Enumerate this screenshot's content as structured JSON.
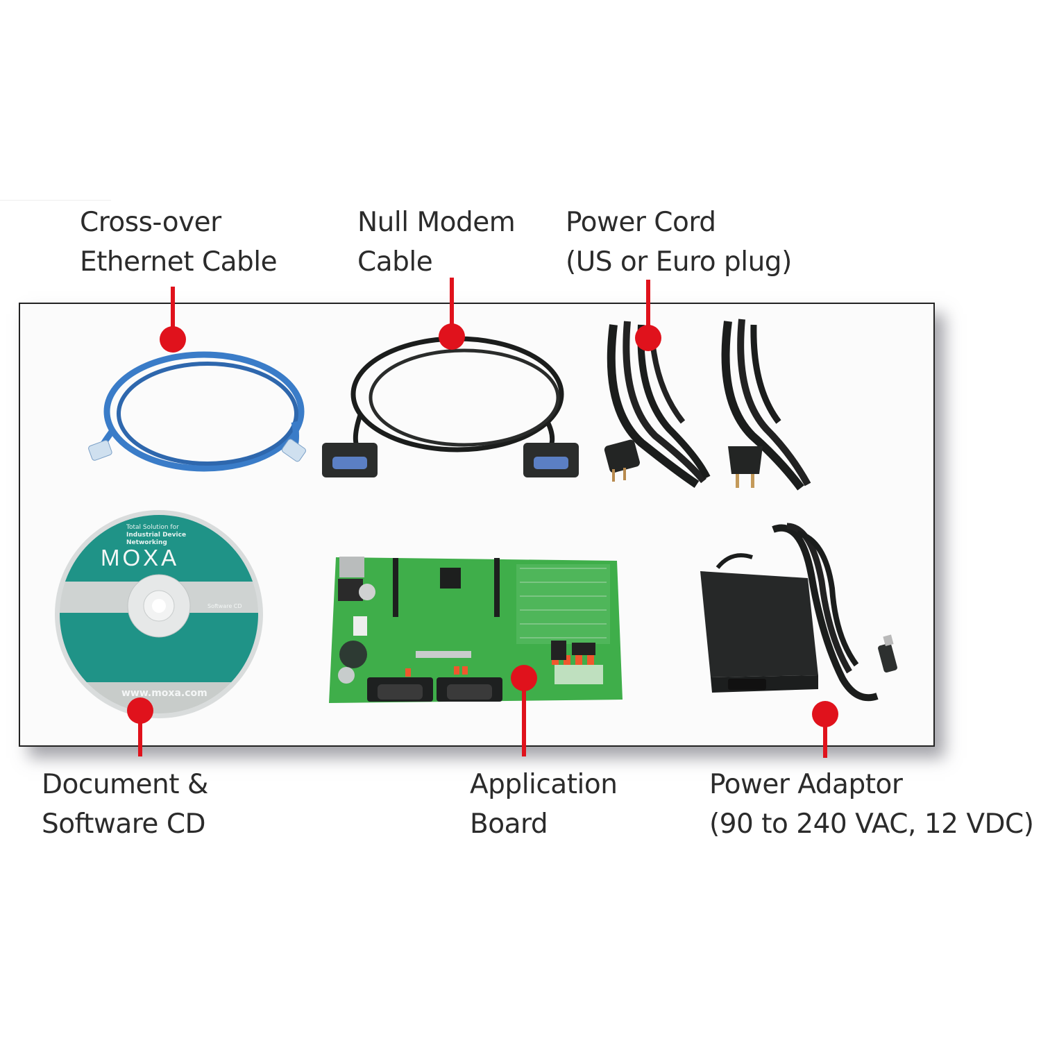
{
  "kit": {
    "items": [
      {
        "id": "ethernet",
        "label_lines": [
          "Cross-over",
          "Ethernet Cable"
        ]
      },
      {
        "id": "null_modem",
        "label_lines": [
          "Null Modem",
          "Cable"
        ]
      },
      {
        "id": "power_cord",
        "label_lines": [
          "Power Cord",
          "(US or Euro plug)"
        ]
      },
      {
        "id": "cd",
        "label_lines": [
          "Document &",
          "Software CD"
        ]
      },
      {
        "id": "board",
        "label_lines": [
          "Application",
          "Board"
        ]
      },
      {
        "id": "adaptor",
        "label_lines": [
          "Power Adaptor",
          "(90 to 240 VAC, 12 VDC)"
        ]
      }
    ]
  },
  "cd": {
    "tagline": [
      "Total Solution for",
      "Industrial Device",
      "Networking"
    ],
    "brand": "MOXA",
    "side_text": "Software CD",
    "url": "www.moxa.com"
  },
  "colors": {
    "callout": "#e0121c",
    "text": "#2b2b2b",
    "cd_teal": "#1f9387",
    "pcb_green": "#3fae4a",
    "ethernet_blue": "#3a7cc8",
    "cable_black": "#1b1d1c"
  }
}
